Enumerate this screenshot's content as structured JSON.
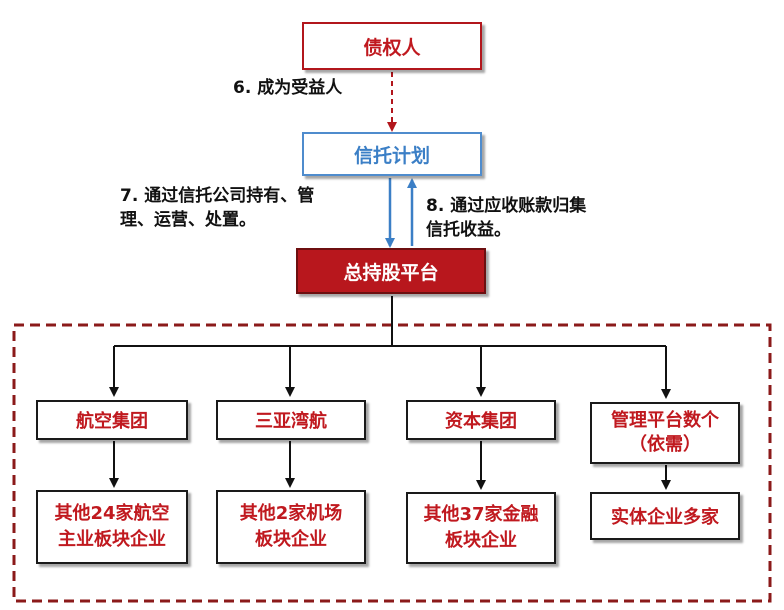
{
  "creditor": "债权人",
  "trust_plan": "信托计划",
  "holding_platform": "总持股平台",
  "arrow_labels": {
    "become_beneficiary": "6. 成为受益人",
    "hold_manage": "7. 通过信托公司持有、管\n理、运营、处置。",
    "collect_receivables": "8. 通过应收账款归集\n信托收益。"
  },
  "groups": [
    {
      "name": "航空集团",
      "sub": "其他24家航空\n主业板块企业"
    },
    {
      "name": "三亚湾航",
      "sub": "其他2家机场\n板块企业"
    },
    {
      "name": "资本集团",
      "sub": "其他37家金融\n板块企业"
    },
    {
      "name": "管理平台数个\n（依需）",
      "sub": "实体企业多家"
    }
  ]
}
